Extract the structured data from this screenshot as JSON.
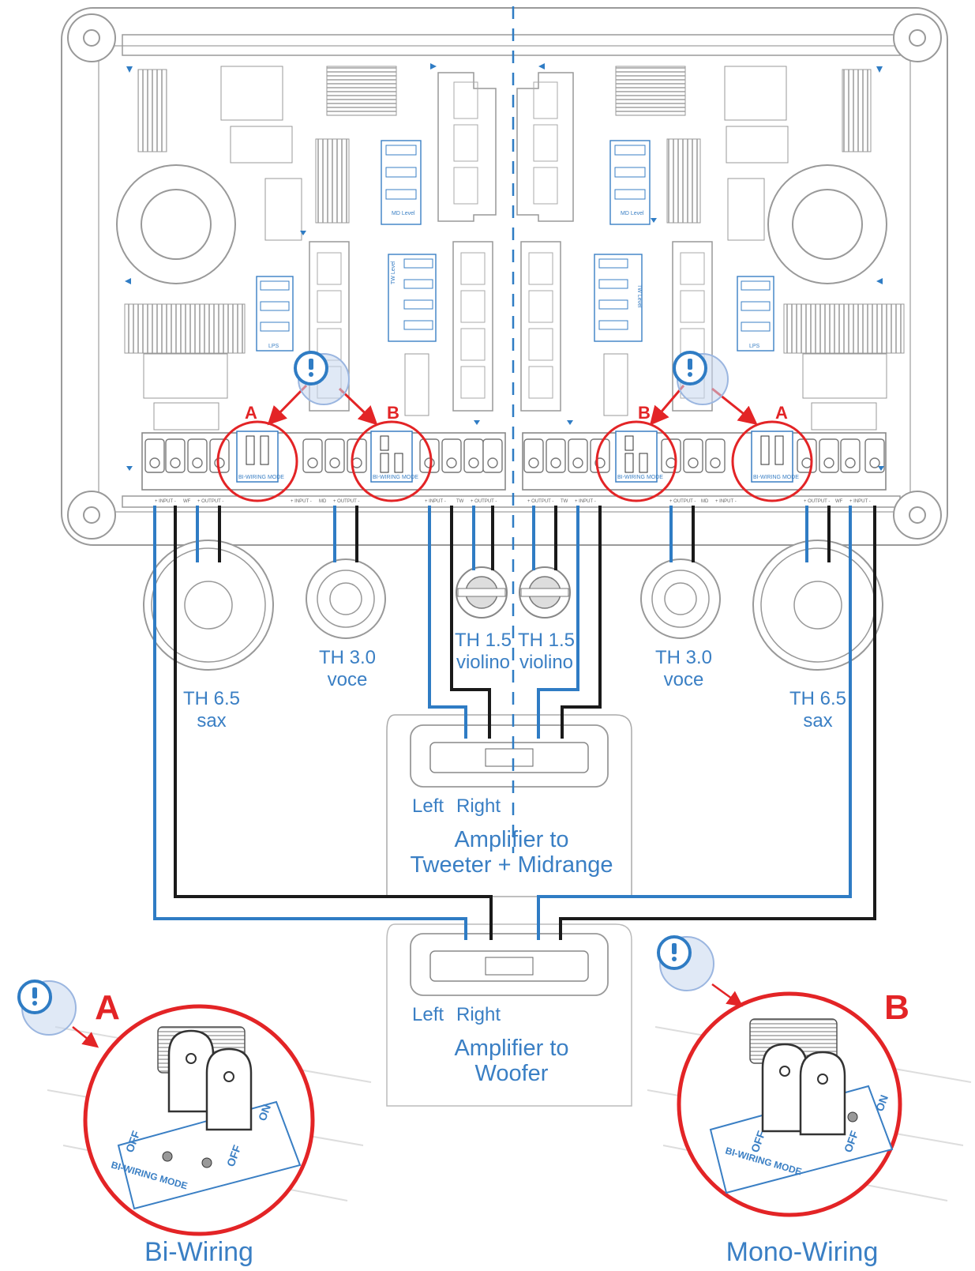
{
  "board": {
    "jumper_rows": [
      "BI-WIRING MODE",
      "BI-WIRING MODE",
      "BI-WIRING MODE",
      "BI-WIRING MODE"
    ],
    "section_labels": {
      "left_woofer": [
        "+ INPUT -",
        "WF",
        "+ OUTPUT -"
      ],
      "left_mid": [
        "+ INPUT -",
        "MD",
        "+ OUTPUT -"
      ],
      "left_tw": [
        "+ INPUT -",
        "TW",
        "+ OUTPUT -"
      ],
      "right_tw": [
        "+ OUTPUT -",
        "TW",
        "+ INPUT -"
      ],
      "right_mid": [
        "+ OUTPUT -",
        "MD",
        "+ INPUT -"
      ],
      "right_woofer": [
        "+ OUTPUT -",
        "WF",
        "+ INPUT -"
      ]
    },
    "level_blocks": [
      "MD Level",
      "MD Level",
      "TW Level",
      "TW Level",
      "LPS",
      "LPS"
    ]
  },
  "markers": {
    "a_left": "A",
    "b_left": "B",
    "b_right": "B",
    "a_right": "A",
    "a_detail": "A",
    "b_detail": "B"
  },
  "speakers": {
    "woofer_left": {
      "line1": "TH 6.5",
      "line2": "sax"
    },
    "mid_left": {
      "line1": "TH 3.0",
      "line2": "voce"
    },
    "tw_left": {
      "line1": "TH 1.5",
      "line2": "violino"
    },
    "tw_right": {
      "line1": "TH 1.5",
      "line2": "violino"
    },
    "mid_right": {
      "line1": "TH 3.0",
      "line2": "voce"
    },
    "woofer_right": {
      "line1": "TH 6.5",
      "line2": "sax"
    }
  },
  "amp_top": {
    "left": "Left",
    "right": "Right",
    "line1": "Amplifier to",
    "line2": "Tweeter + Midrange"
  },
  "amp_bottom": {
    "left": "Left",
    "right": "Right",
    "line1": "Amplifier to",
    "line2": "Woofer"
  },
  "details": {
    "left_caption": "Bi-Wiring",
    "right_caption": "Mono-Wiring",
    "off": "OFF",
    "on": "ON",
    "mode": "BI-WIRING MODE"
  },
  "colors": {
    "wire_blue": "#2f7cc4",
    "wire_black": "#1a1a1a",
    "accent_red": "#e32426",
    "label_blue": "#3a7fc4"
  }
}
